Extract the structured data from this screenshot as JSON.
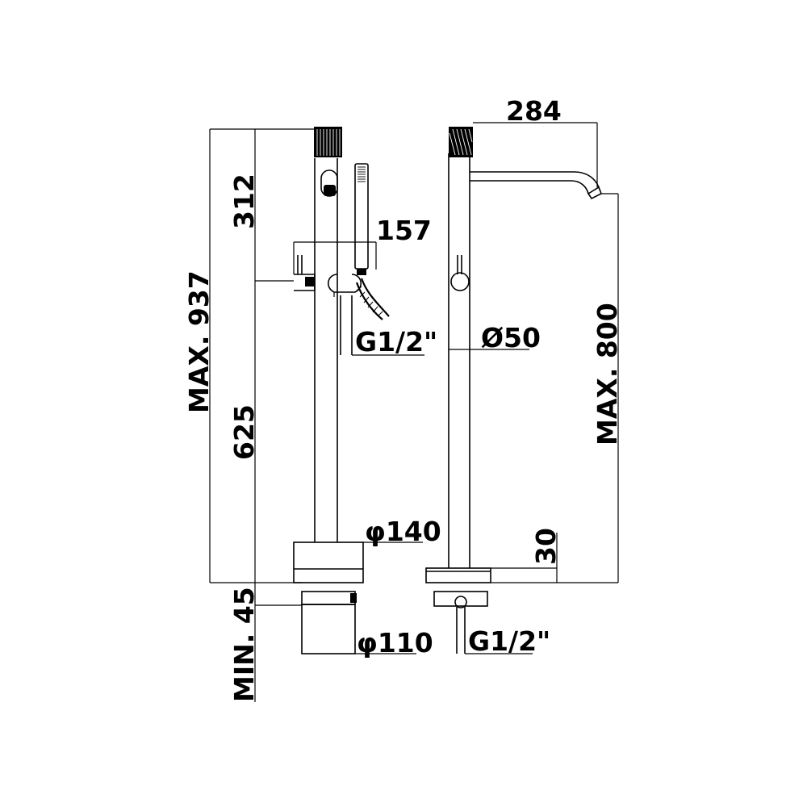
{
  "dimensions": {
    "overall_height": "MAX. 937",
    "top_section": "312",
    "bottom_section": "625",
    "min_depth": "MIN. 45",
    "hand_shower": "157",
    "inlet_left": "G1/2\"",
    "base_diameter": "φ140",
    "foot_diameter": "φ110",
    "spout_reach": "284",
    "pipe_diameter": "Ø50",
    "spout_height": "MAX. 800",
    "base_height": "30",
    "inlet_right": "G1/2\""
  },
  "colors": {
    "line": "#000000",
    "background": "#ffffff"
  }
}
